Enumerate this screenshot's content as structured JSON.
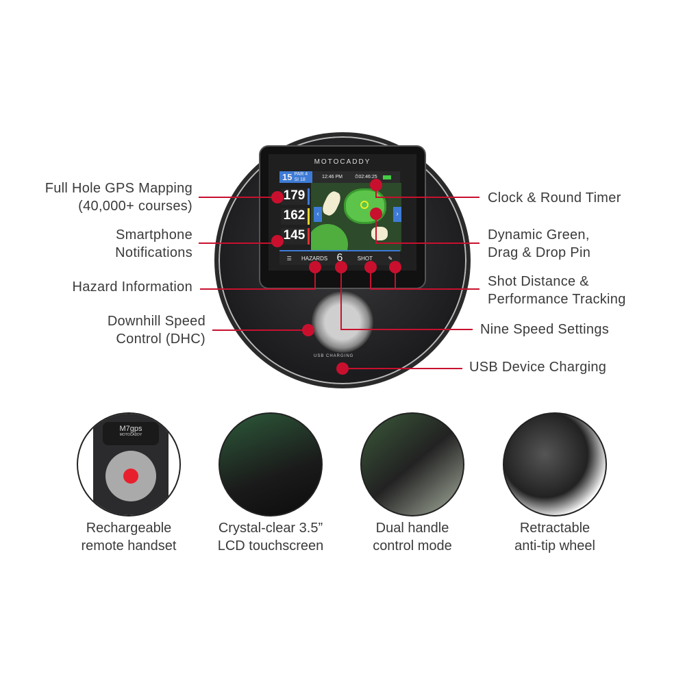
{
  "device_screen": {
    "brand": "MOTOCADDY",
    "hole_number": "15",
    "par": "PAR 4",
    "stroke_index": "SI 18",
    "time": "12:46 PM",
    "round_timer": "02:46:25",
    "distances": [
      "179",
      "162",
      "145"
    ],
    "menu_hazards": "HAZARDS",
    "speed_setting": "6",
    "menu_shot": "SHOT",
    "usb_label": "USB CHARGING"
  },
  "callouts_left": [
    {
      "line1": "Full Hole GPS Mapping",
      "line2": "(40,000+ courses)"
    },
    {
      "line1": "Smartphone",
      "line2": "Notifications"
    },
    {
      "line1": "Hazard Information",
      "line2": ""
    },
    {
      "line1": "Downhill Speed",
      "line2": "Control (DHC)"
    }
  ],
  "callouts_right": [
    {
      "line1": "Clock & Round Timer",
      "line2": ""
    },
    {
      "line1": "Dynamic Green,",
      "line2": "Drag & Drop Pin"
    },
    {
      "line1": "Shot Distance &",
      "line2": "Performance Tracking"
    },
    {
      "line1": "Nine Speed Settings",
      "line2": ""
    },
    {
      "line1": "USB Device Charging",
      "line2": ""
    }
  ],
  "remote": {
    "model": "M7gps",
    "brand": "MOTOCADDY"
  },
  "features": [
    {
      "line1": "Rechargeable",
      "line2": "remote handset"
    },
    {
      "line1": "Crystal-clear 3.5”",
      "line2": "LCD touchscreen"
    },
    {
      "line1": "Dual handle",
      "line2": "control mode"
    },
    {
      "line1": "Retractable",
      "line2": "anti-tip wheel"
    }
  ],
  "colors": {
    "accent": "#c8102e",
    "screen_blue": "#3d7bd6",
    "green": "#5cc44a"
  }
}
